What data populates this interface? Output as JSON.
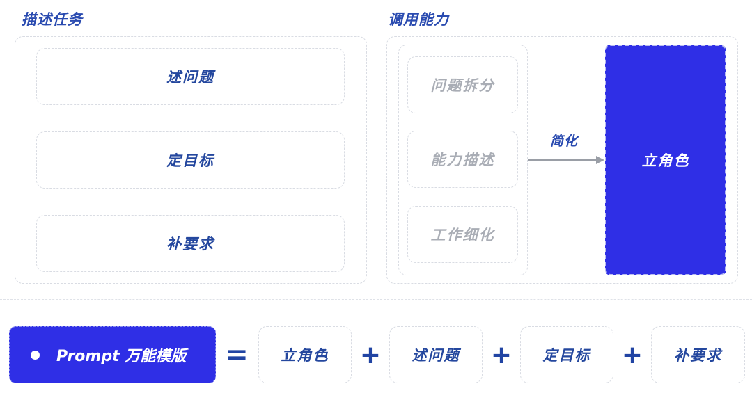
{
  "left_section": {
    "title": "描述任务",
    "items": [
      "述问题",
      "定目标",
      "补要求"
    ]
  },
  "right_section": {
    "title": "调用能力",
    "capabilities": [
      "问题拆分",
      "能力描述",
      "工作细化"
    ],
    "arrow_label": "简化",
    "role_label": "立角色"
  },
  "formula": {
    "prompt_label": "Prompt 万能模版",
    "equals": "=",
    "plus": "+",
    "terms": [
      "立角色",
      "述问题",
      "定目标",
      "补要求"
    ]
  },
  "colors": {
    "accent_blue": "#2f2fe6",
    "text_blue": "#24479e",
    "muted_gray": "#a9adb5",
    "dashed_border": "#d9dce3"
  }
}
